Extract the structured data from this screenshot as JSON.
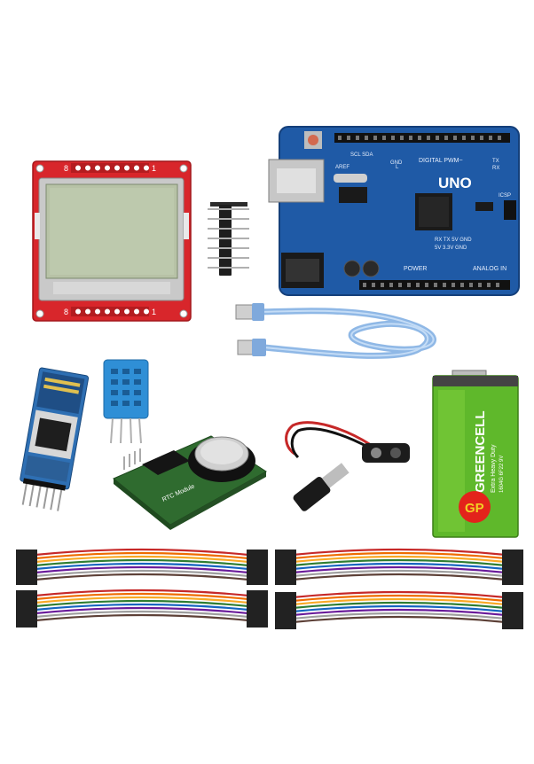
{
  "lcd": {
    "pin_left": "8",
    "pin_right": "1",
    "pin_bottom_left": "8",
    "pin_bottom_right": "1"
  },
  "uno": {
    "model": "UNO",
    "digital": "DIGITAL PWM~",
    "analog": "ANALOG IN",
    "power": "POWER",
    "icsp": "ICSP",
    "scl_sda": "SCL SDA",
    "tx": "TX",
    "rx": "RX",
    "l": "L",
    "aref": "AREF",
    "gnd": "GND",
    "power_pins": "5V 3.3V GND",
    "aref_gnd": "RX TX 5V GND"
  },
  "rtc": {
    "label": "RTC Module"
  },
  "battery": {
    "brand": "GREENCELL",
    "subtitle": "Extra Heavy Duty",
    "code": "1604G  6F22  9V",
    "logo": "GP"
  },
  "colors": {
    "lcd_pcb": "#d8262b",
    "uno_pcb": "#1f5aa6",
    "battery_green": "#5fb82b",
    "sensor_blue": "#2f8fd6",
    "bt_board": "#2e6fb3",
    "rtc_pcb": "#2f6b2f"
  }
}
